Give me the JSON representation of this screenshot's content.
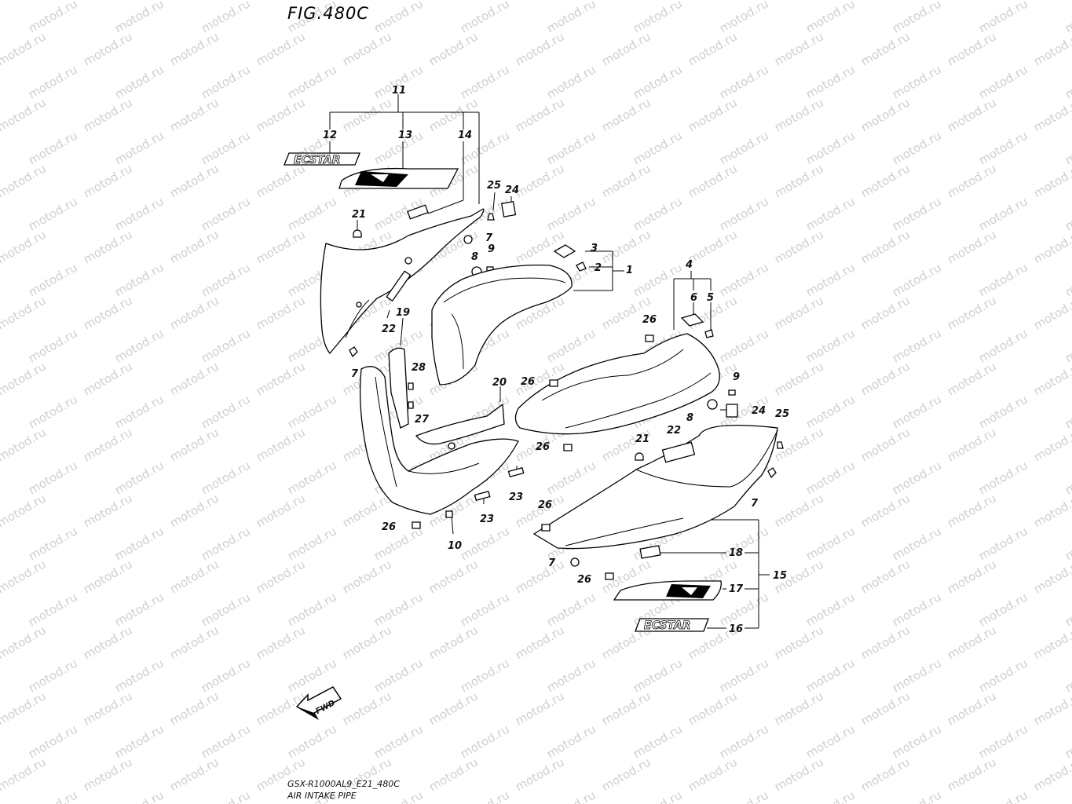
{
  "figure": {
    "title": "FIG.480C"
  },
  "footer": {
    "model_code": "GSX-R1000AL9_E21_480C",
    "section_name": "AIR INTAKE PIPE"
  },
  "watermark": {
    "text": "motod.ru"
  },
  "fwd_arrow": {
    "label": "FWD"
  },
  "emblem": {
    "ecstar": "ECSTAR"
  },
  "callouts": [
    {
      "text": "11"
    },
    {
      "text": "12"
    },
    {
      "text": "13"
    },
    {
      "text": "14"
    },
    {
      "text": "25"
    },
    {
      "text": "24"
    },
    {
      "text": "21"
    },
    {
      "text": "7"
    },
    {
      "text": "8"
    },
    {
      "text": "9"
    },
    {
      "text": "3"
    },
    {
      "text": "2"
    },
    {
      "text": "1"
    },
    {
      "text": "4"
    },
    {
      "text": "6"
    },
    {
      "text": "5"
    },
    {
      "text": "26"
    },
    {
      "text": "22"
    },
    {
      "text": "19"
    },
    {
      "text": "7"
    },
    {
      "text": "28"
    },
    {
      "text": "27"
    },
    {
      "text": "20"
    },
    {
      "text": "26"
    },
    {
      "text": "9"
    },
    {
      "text": "8"
    },
    {
      "text": "24"
    },
    {
      "text": "25"
    },
    {
      "text": "21"
    },
    {
      "text": "22"
    },
    {
      "text": "26"
    },
    {
      "text": "7"
    },
    {
      "text": "23"
    },
    {
      "text": "23"
    },
    {
      "text": "26"
    },
    {
      "text": "10"
    },
    {
      "text": "26"
    },
    {
      "text": "18"
    },
    {
      "text": "15"
    },
    {
      "text": "7"
    },
    {
      "text": "26"
    },
    {
      "text": "17"
    },
    {
      "text": "16"
    }
  ],
  "colors": {
    "line": "#000000",
    "background": "#ffffff",
    "watermark": "#cfcfcf"
  }
}
